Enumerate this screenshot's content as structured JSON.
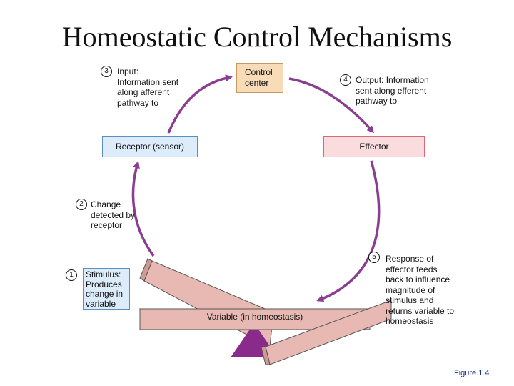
{
  "title": "Homeostatic Control Mechanisms",
  "boxes": {
    "control_center": "Control center",
    "receptor": "Receptor (sensor)",
    "effector": "Effector",
    "stimulus": "Stimulus: Produces change in variable",
    "variable": "Variable (in homeostasis)"
  },
  "steps": [
    {
      "number": "1",
      "text": ""
    },
    {
      "number": "2",
      "text": "Change detected by receptor"
    },
    {
      "number": "3",
      "text": "Input: Information sent along afferent pathway to"
    },
    {
      "number": "4",
      "text": "Output: Information sent along efferent pathway to"
    },
    {
      "number": "5",
      "text": "Response of effector feeds back to influence magnitude of stimulus and returns variable to homeostasis"
    }
  ],
  "caption": "Figure 1.4",
  "colors": {
    "arrow": "#8a3d91",
    "control_fill": "#f8dcb8",
    "receptor_fill": "#dcecfa",
    "effector_fill": "#fbdcde",
    "seesaw": "#e8b9b3",
    "fulcrum": "#8a2a8a",
    "caption": "#1a2f9a"
  }
}
